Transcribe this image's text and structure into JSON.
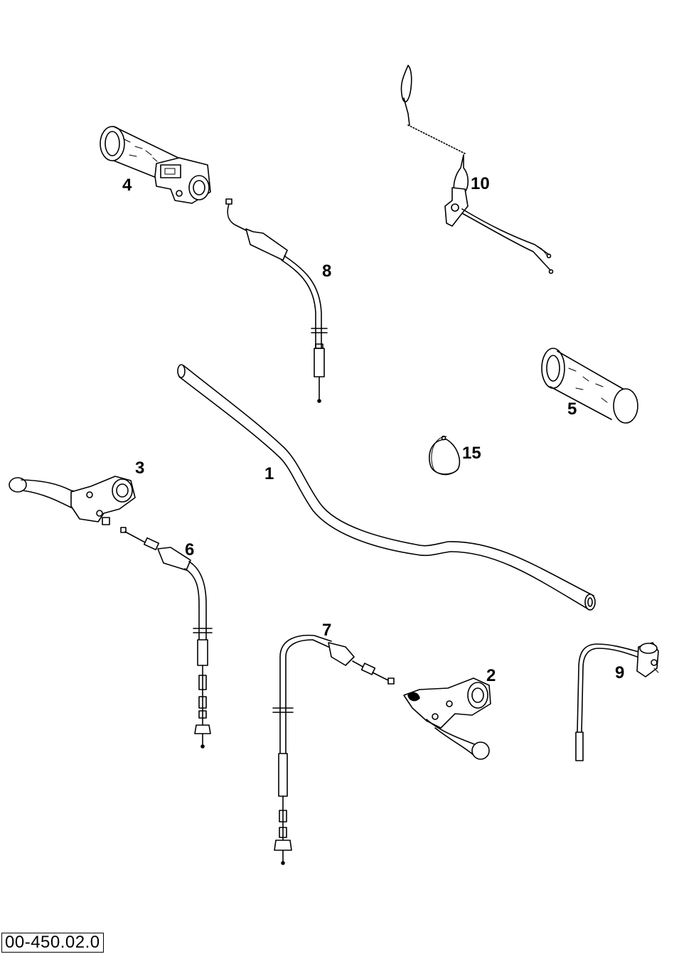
{
  "diagram": {
    "reference_code": "00-450.02.0",
    "callouts": {
      "handlebar": "1",
      "brake_lever": "2",
      "clutch_lever": "3",
      "throttle_grip": "4",
      "left_grip": "5",
      "clutch_cable": "6",
      "brake_cable": "7",
      "throttle_cable": "8",
      "kill_switch": "9",
      "emergency_stop_switch": "10",
      "cable_strap": "15"
    }
  }
}
